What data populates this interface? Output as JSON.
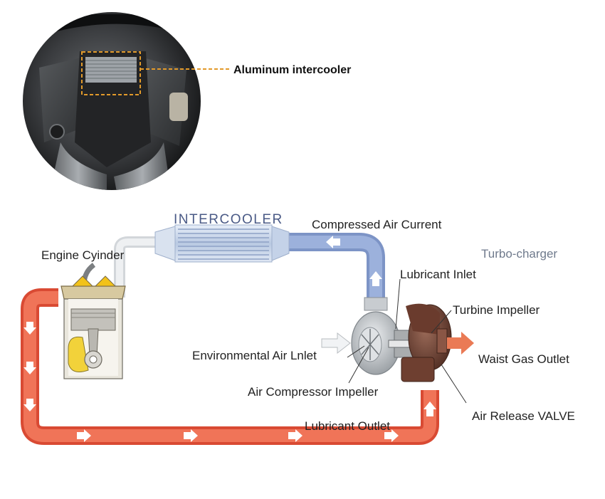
{
  "photo": {
    "callout": "Aluminum intercooler"
  },
  "diagram": {
    "intercooler_title": "INTERCOOLER",
    "turbocharger_title": "Turbo-charger",
    "labels": {
      "compressed_air_current": "Compressed Air Current",
      "engine_cylinder": "Engine Cyinder",
      "lubricant_inlet": "Lubricant Inlet",
      "turbine_impeller": "Turbine Impeller",
      "environmental_air_inlet": "Environmental Air Lnlet",
      "waste_gas_outlet": "Waist Gas Outlet",
      "air_compressor_impeller": "Air Compressor Impeller",
      "air_release_valve": "Air Release VALVE",
      "lubricant_outlet": "Lubricant Outlet"
    }
  },
  "colors": {
    "hot_pipe": "#ec5b40",
    "cold_pipe": "#8fa7d6",
    "intercooler_body": "#c9d6ea",
    "turbine_housing": "#7a4a3a",
    "compressor_housing": "#c8ccd0",
    "leader_line": "#333333",
    "callout_line": "#e29a2a"
  }
}
